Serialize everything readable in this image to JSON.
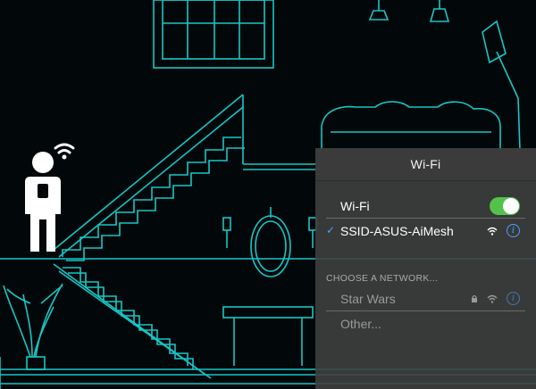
{
  "panel": {
    "title": "Wi-Fi",
    "wifi_row": {
      "label": "Wi-Fi",
      "enabled": true
    },
    "connected": {
      "ssid": "SSID-ASUS-AiMesh",
      "check": "✓",
      "info": "i"
    },
    "section_label": "CHOOSE A NETWORK...",
    "networks": [
      {
        "name": "Star Wars",
        "locked": true,
        "info": "i"
      }
    ],
    "other_label": "Other..."
  },
  "colors": {
    "line_art": "#18c6c6",
    "toggle_on": "#53c24a",
    "accent_blue": "#4aa3ff"
  }
}
